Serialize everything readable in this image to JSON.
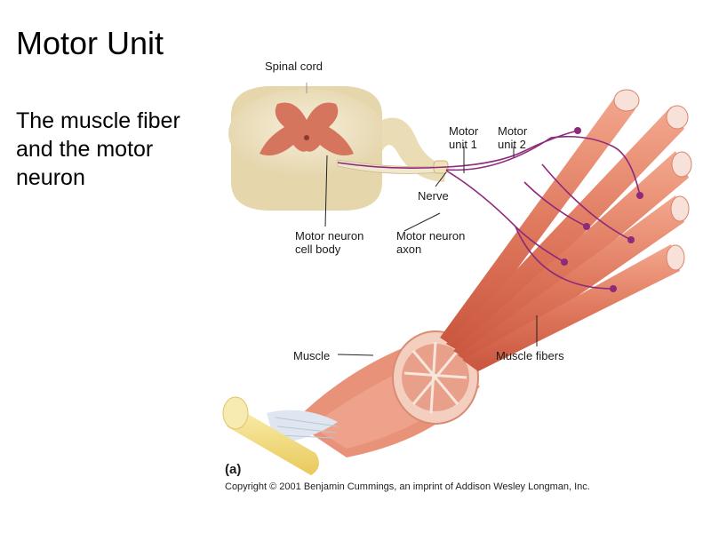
{
  "slide": {
    "title": "Motor Unit",
    "body": "The muscle fiber\n and  the motor\nneuron"
  },
  "figure": {
    "labels": {
      "spinal_cord": "Spinal cord",
      "motor_unit_1": "Motor\nunit 1",
      "motor_unit_2": "Motor\nunit 2",
      "nerve": "Nerve",
      "motor_neuron_cell_body": "Motor neuron\ncell body",
      "motor_neuron_axon": "Motor neuron\naxon",
      "muscle": "Muscle",
      "muscle_fibers": "Muscle fibers"
    },
    "panel_letter": "(a)",
    "copyright": "Copyright © 2001 Benjamin Cummings, an imprint of Addison Wesley Longman, Inc."
  },
  "colors": {
    "muscle": "#e07a5f",
    "muscle_dark": "#c9553e",
    "gray_matter": "#d6755e",
    "spinal_cord": "#efe3c3",
    "tendon": "#f2de83",
    "axon": "#8e2a7a"
  }
}
